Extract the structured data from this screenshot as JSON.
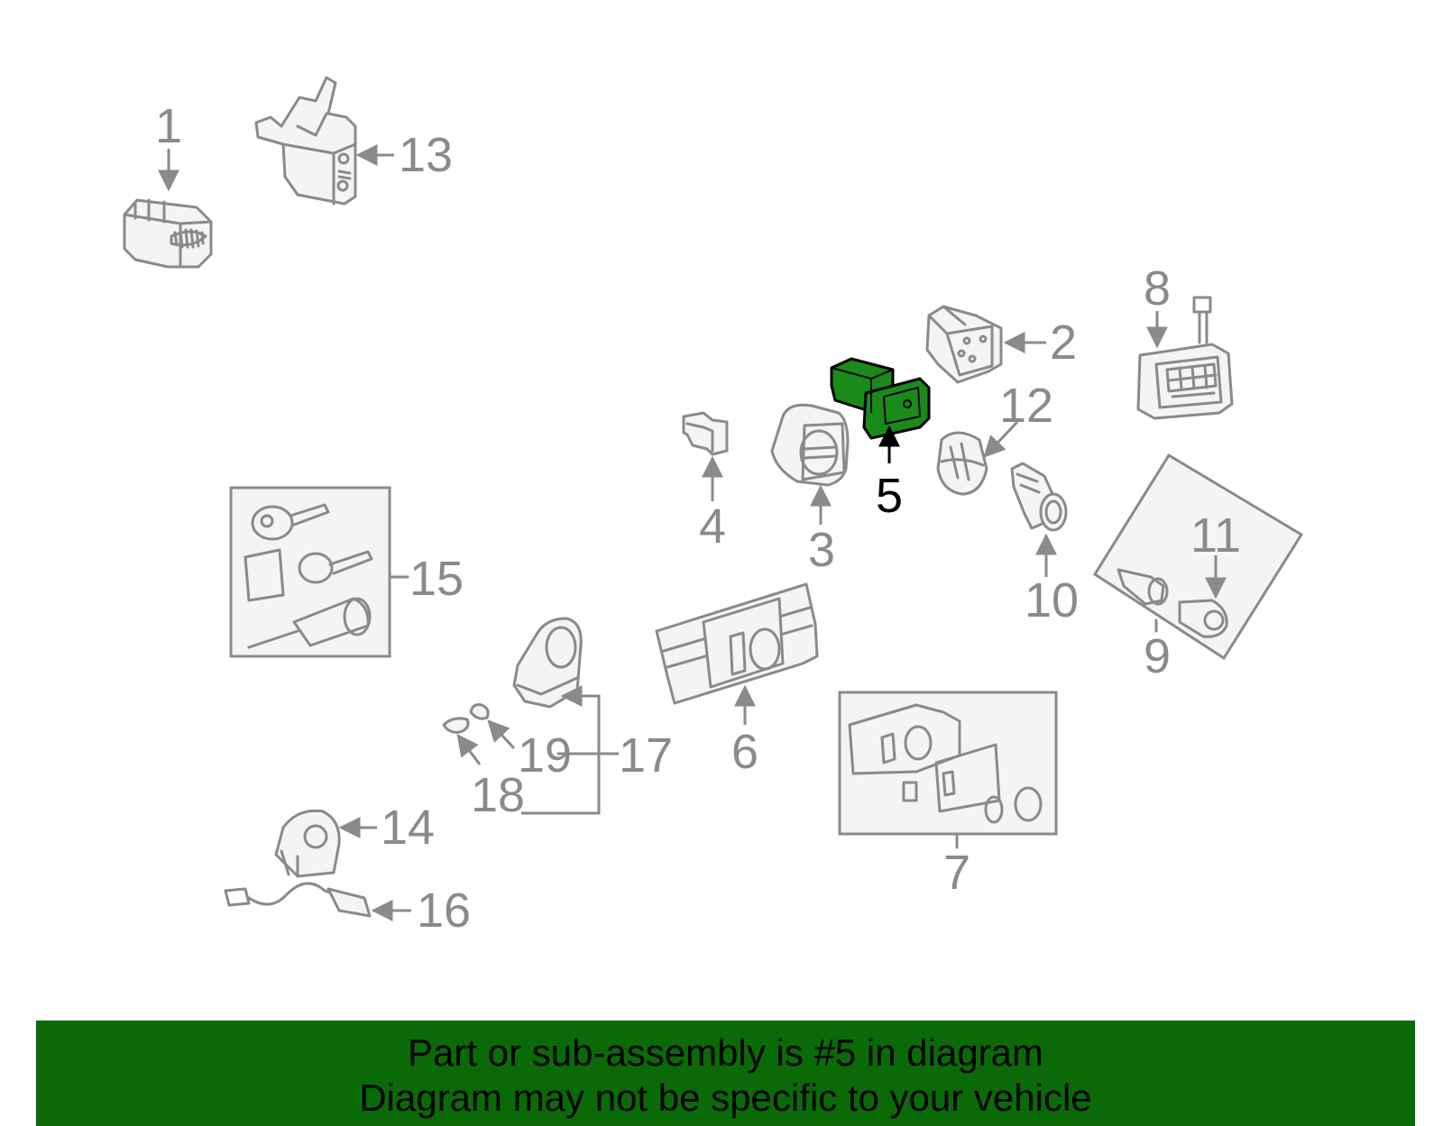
{
  "colors": {
    "part_line": "#8a8a8a",
    "highlight_fill": "#1a8a1a",
    "highlight_stroke": "#000000",
    "banner_bg": "#0a6a08",
    "banner_text": "#000000"
  },
  "diagram": {
    "highlighted_part": "5",
    "callouts": [
      {
        "id": "1",
        "label": "1"
      },
      {
        "id": "2",
        "label": "2"
      },
      {
        "id": "3",
        "label": "3"
      },
      {
        "id": "4",
        "label": "4"
      },
      {
        "id": "5",
        "label": "5"
      },
      {
        "id": "6",
        "label": "6"
      },
      {
        "id": "7",
        "label": "7"
      },
      {
        "id": "8",
        "label": "8"
      },
      {
        "id": "9",
        "label": "9"
      },
      {
        "id": "10",
        "label": "10"
      },
      {
        "id": "11",
        "label": "11"
      },
      {
        "id": "12",
        "label": "12"
      },
      {
        "id": "13",
        "label": "13"
      },
      {
        "id": "14",
        "label": "14"
      },
      {
        "id": "15",
        "label": "15"
      },
      {
        "id": "16",
        "label": "16"
      },
      {
        "id": "17",
        "label": "17"
      },
      {
        "id": "18",
        "label": "18"
      },
      {
        "id": "19",
        "label": "19"
      }
    ]
  },
  "banner": {
    "line1": "Part or sub-assembly is #5 in diagram",
    "line2": "Diagram may not be specific to your vehicle"
  }
}
